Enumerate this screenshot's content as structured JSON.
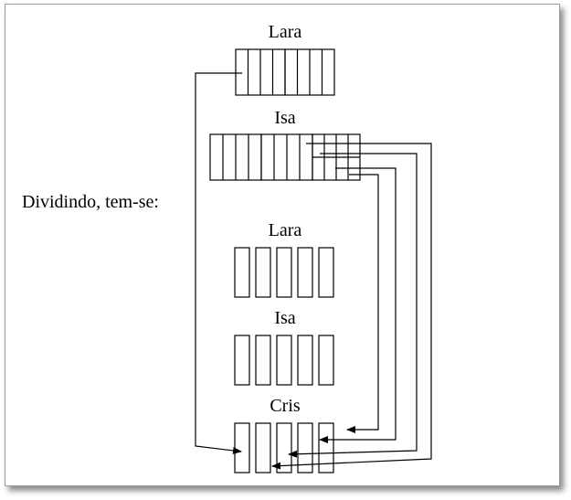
{
  "labels": {
    "lara_top": "Lara",
    "isa_top": "Isa",
    "dividing": "Dividindo, tem-se:",
    "lara_bottom": "Lara",
    "isa_bottom": "Isa",
    "cris": "Cris"
  }
}
